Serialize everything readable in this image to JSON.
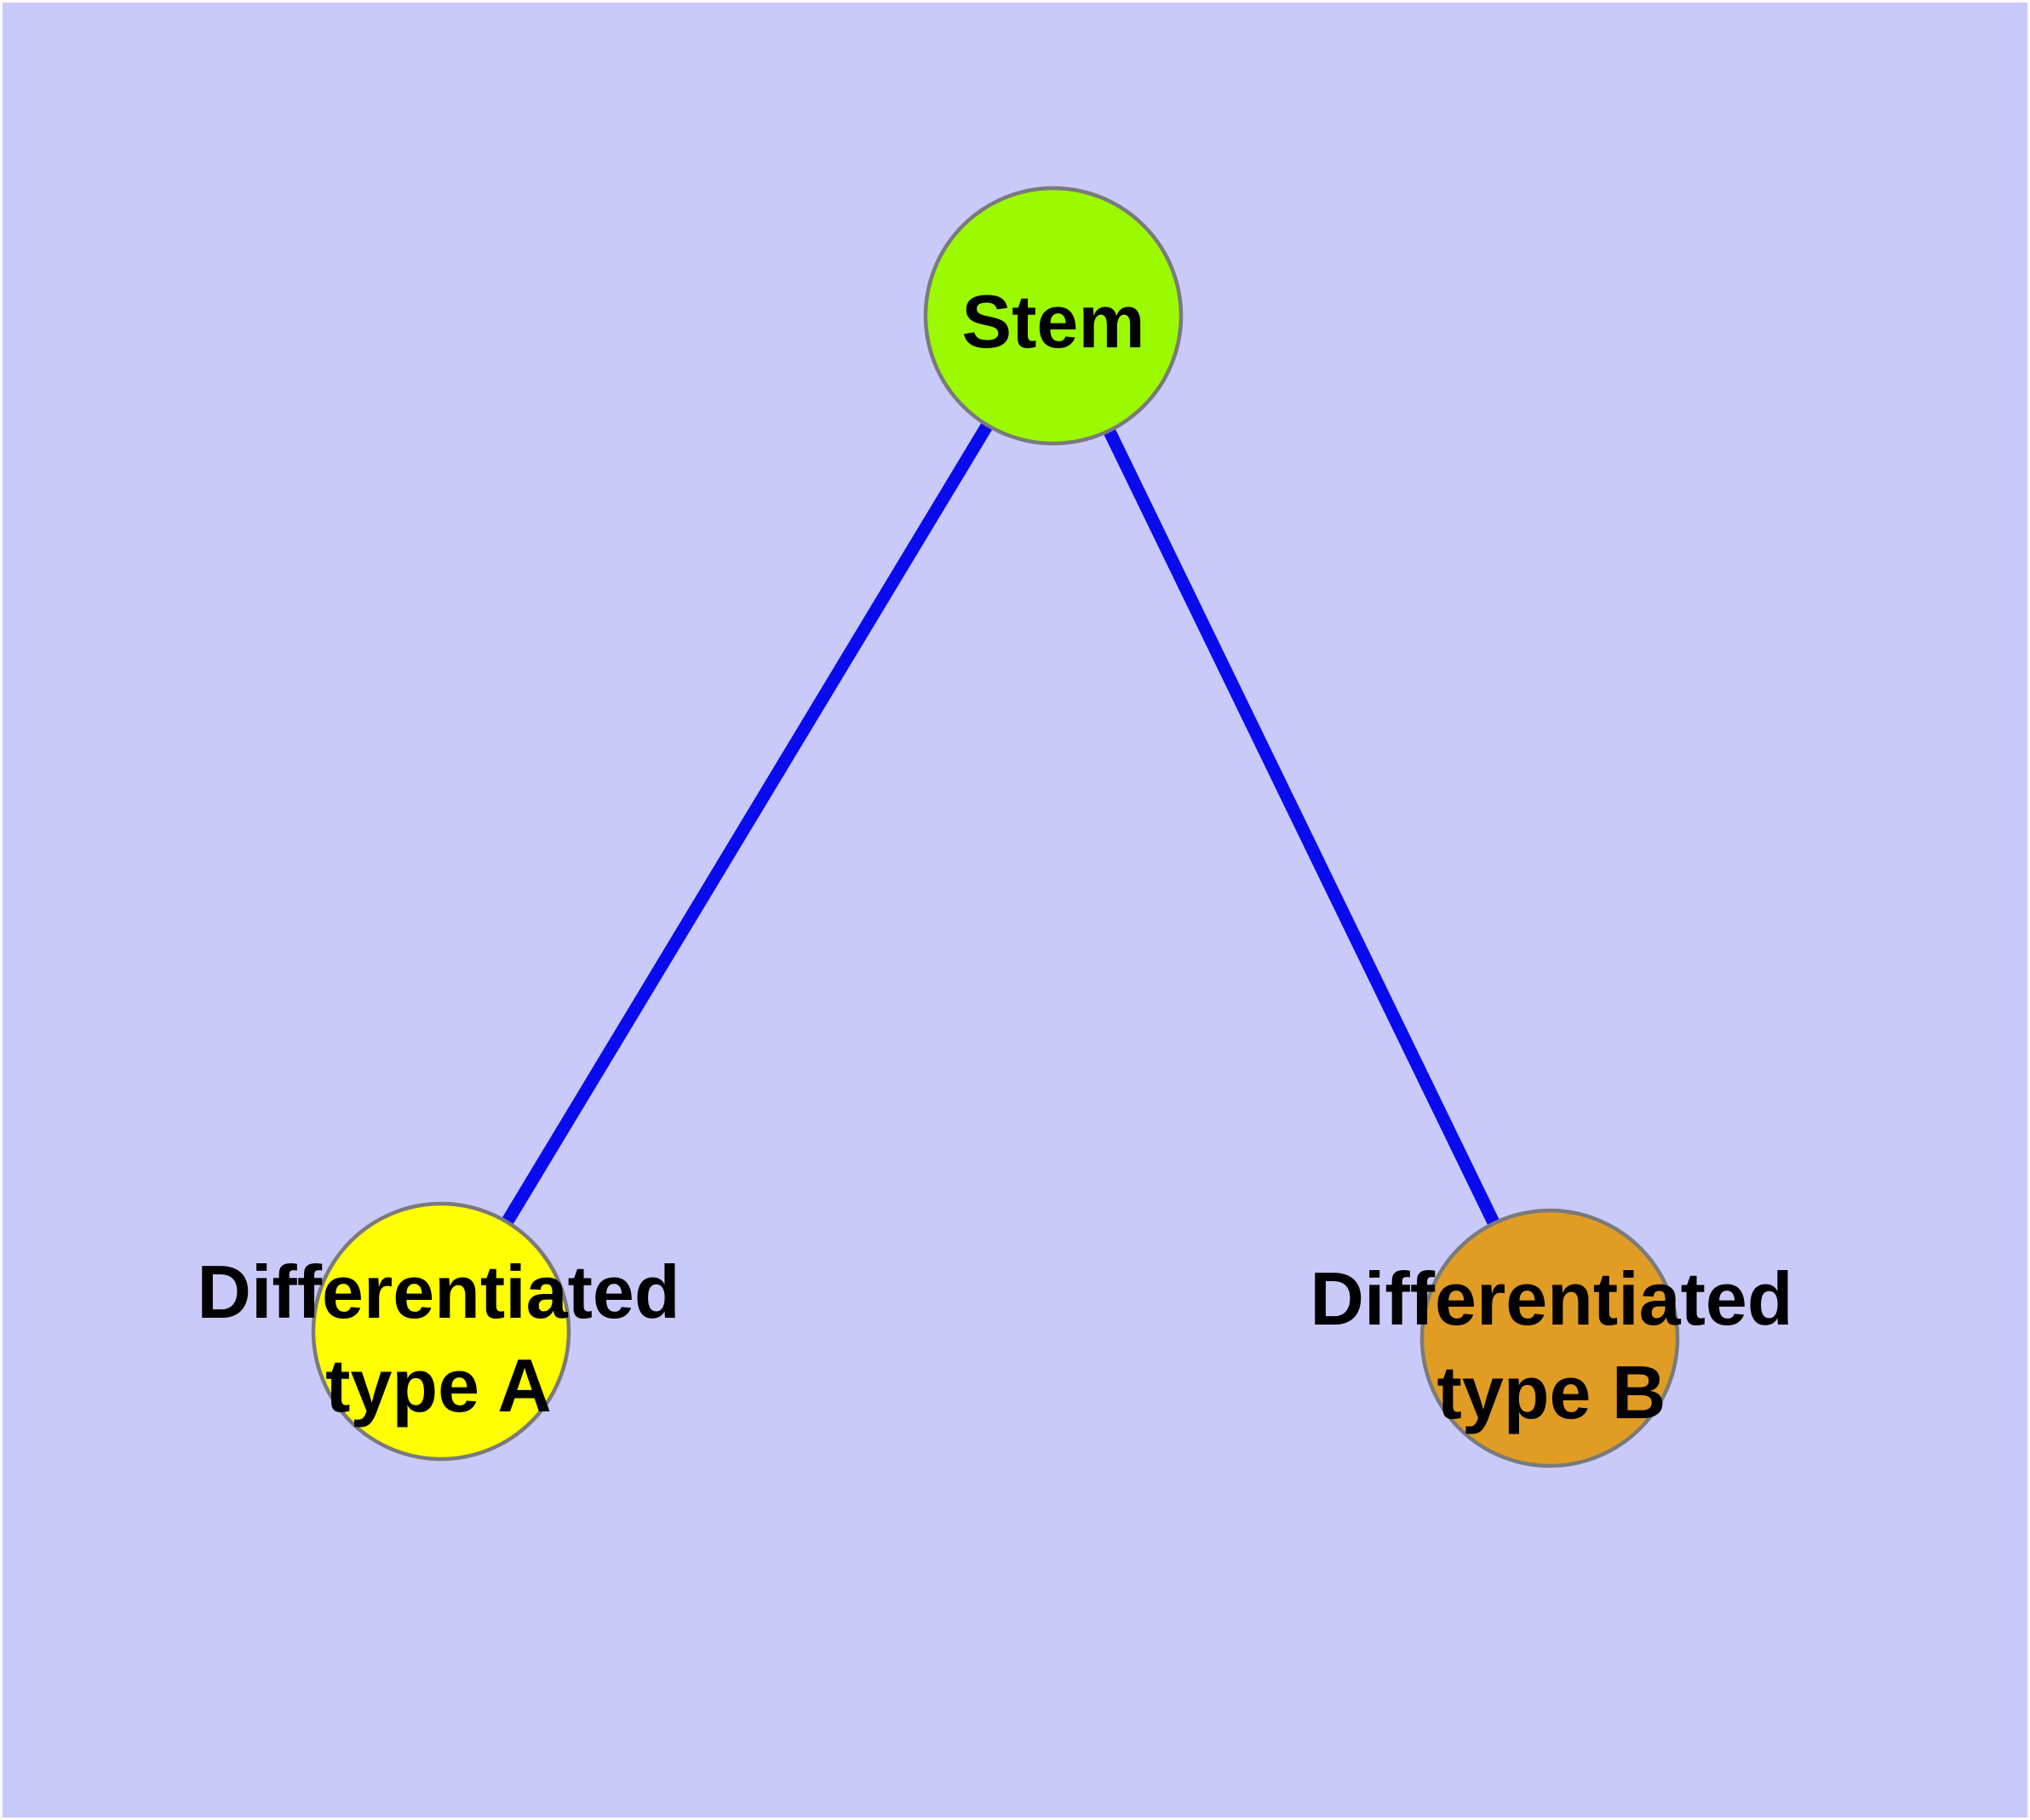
{
  "diagram": {
    "background_color": "#C9C9FA",
    "frame_color": "#FBFBFD",
    "edge_color": "#0A0AEF",
    "node_border_color": "#7A7A7A",
    "label_color": "#000000",
    "nodes": {
      "stem": {
        "label": "Stem",
        "fill_color": "#9BFA00"
      },
      "typeA": {
        "label_line1": "Differentiated",
        "label_line2": "type A",
        "fill_color": "#FFFF00"
      },
      "typeB": {
        "label_line1": "Differentiated",
        "label_line2": "type B",
        "fill_color": "#E19C24"
      }
    },
    "edges": [
      {
        "from": "Stem",
        "to": "Differentiated type A"
      },
      {
        "from": "Stem",
        "to": "Differentiated type B"
      }
    ]
  }
}
